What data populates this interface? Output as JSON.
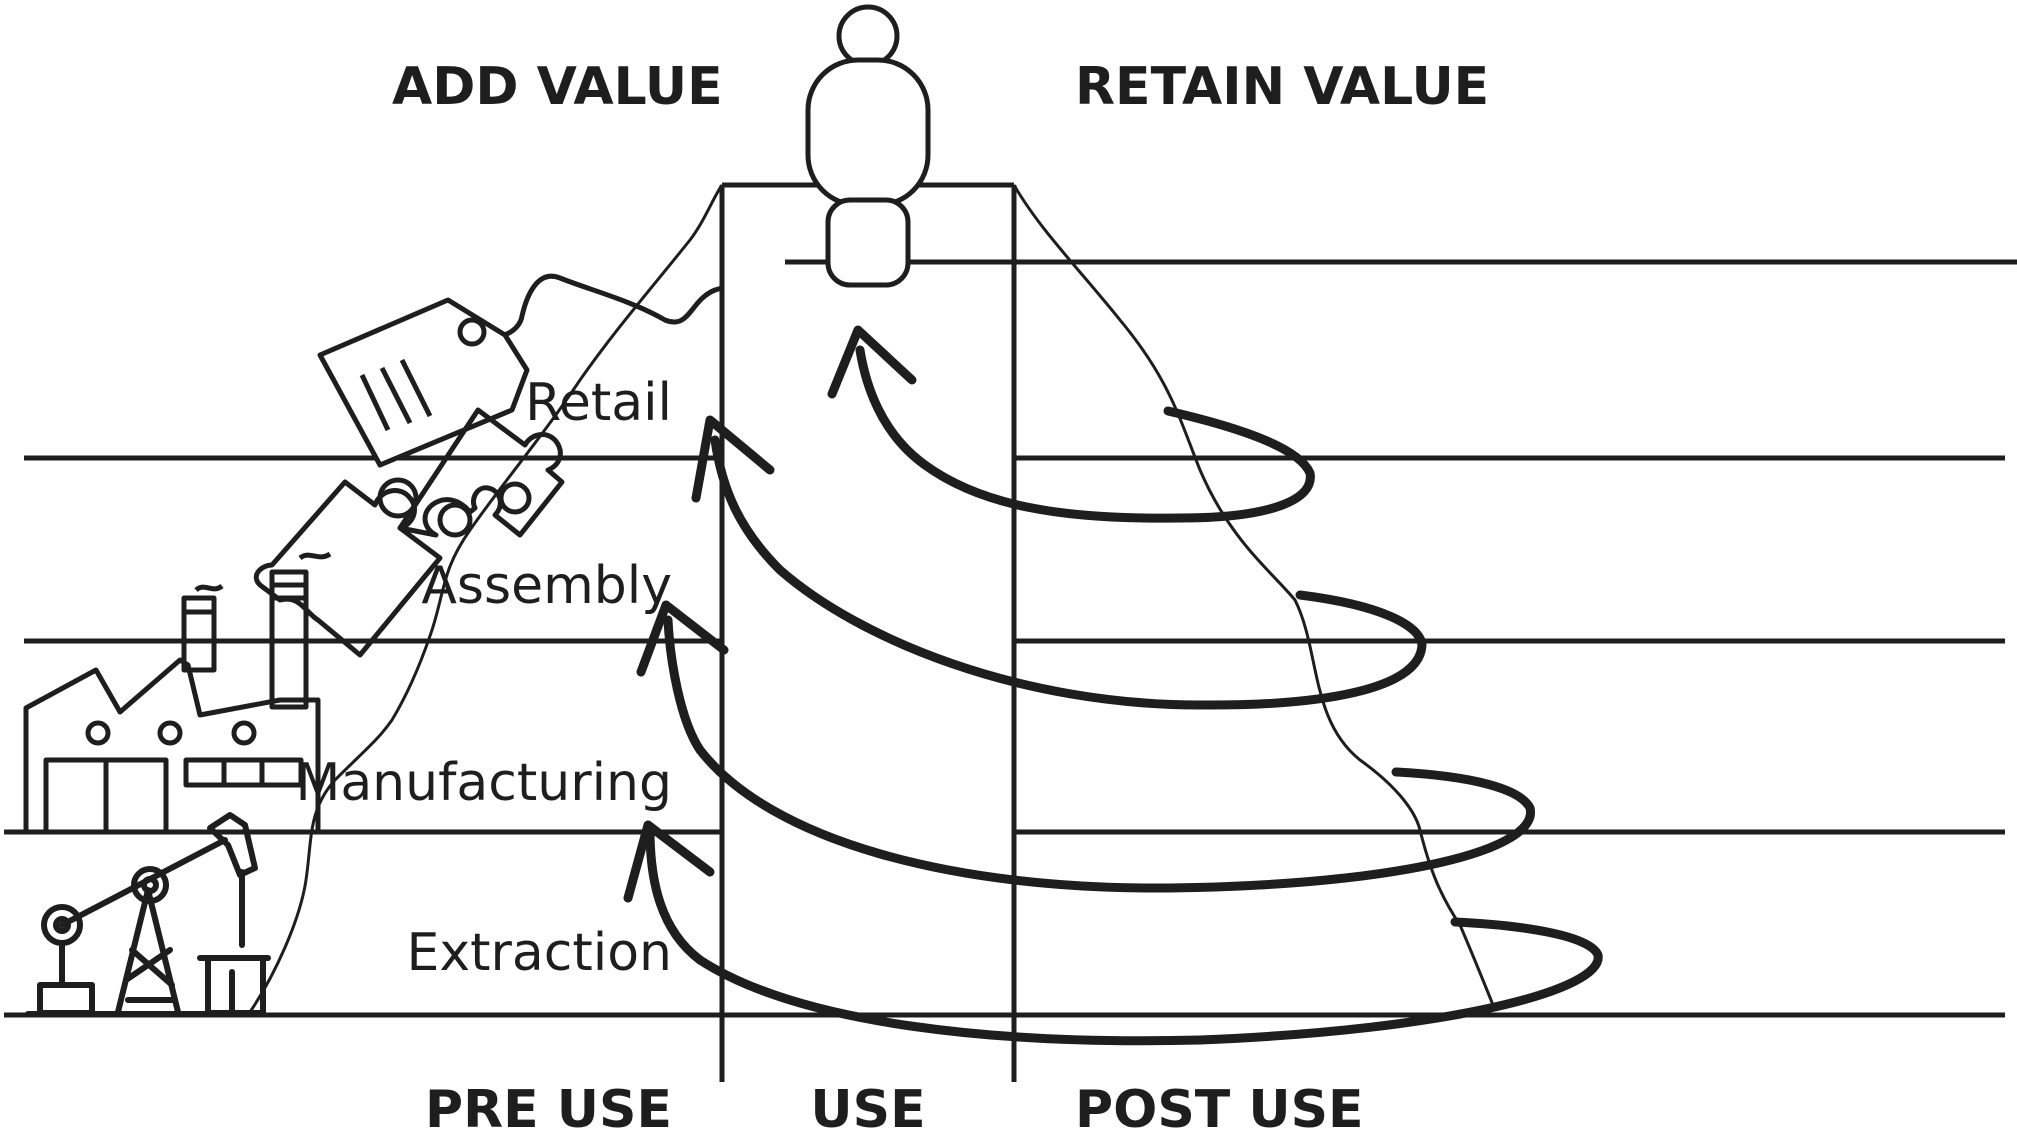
{
  "headings": {
    "add_value": "ADD VALUE",
    "retain_value": "RETAIN VALUE"
  },
  "phases": {
    "pre_use": "PRE USE",
    "use": "USE",
    "post_use": "POST USE"
  },
  "stages": {
    "retail": "Retail",
    "assembly": "Assembly",
    "manufacturing": "Manufacturing",
    "extraction": "Extraction"
  },
  "icons": [
    "person-icon",
    "price-tag-icon",
    "puzzle-pieces-icon",
    "factory-icon",
    "oil-pump-icon"
  ],
  "colors": {
    "ink": "#1e1e1e",
    "background": "#ffffff"
  }
}
